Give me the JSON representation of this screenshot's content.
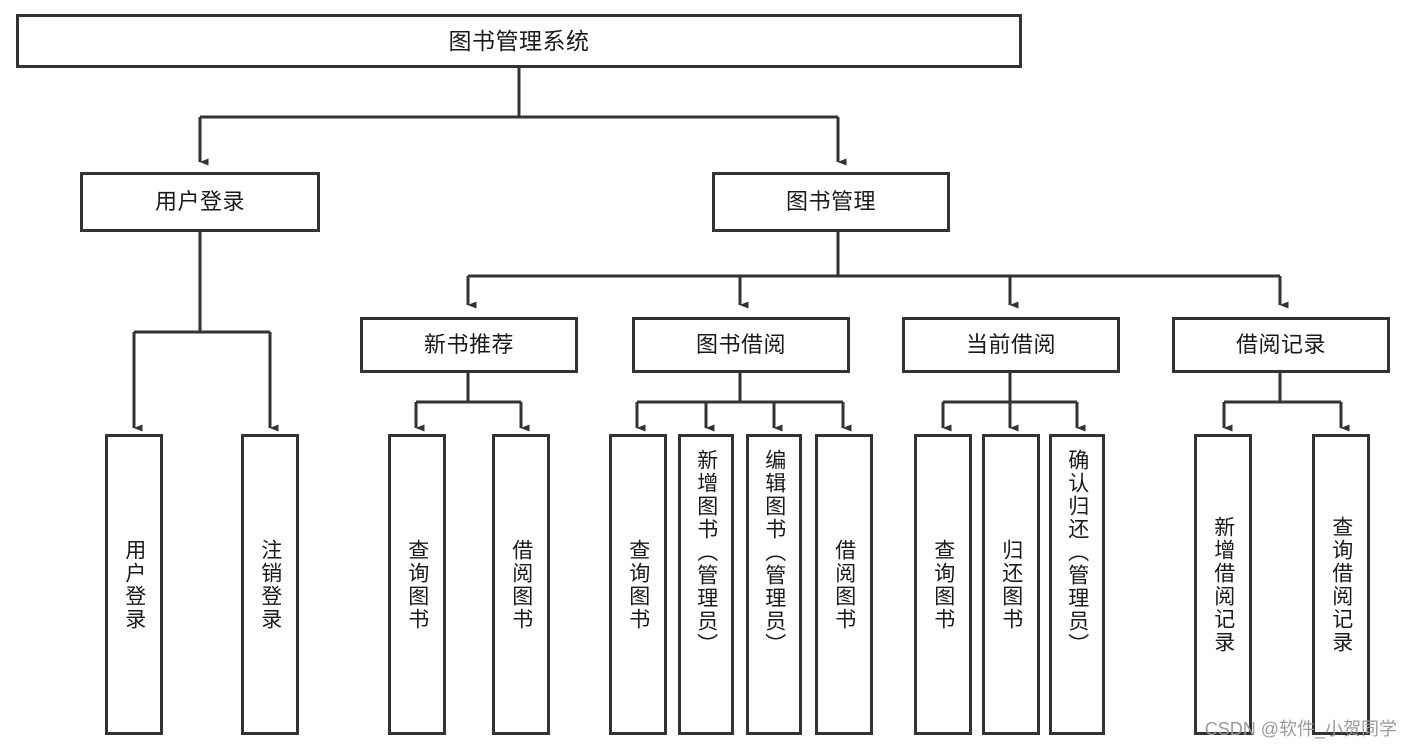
{
  "diagram": {
    "title": "图书管理系统",
    "type": "tree-hierarchy-diagram",
    "root": {
      "label": "图书管理系统"
    },
    "level2": [
      {
        "label": "用户登录"
      },
      {
        "label": "图书管理"
      }
    ],
    "level3": [
      {
        "label": "新书推荐"
      },
      {
        "label": "图书借阅"
      },
      {
        "label": "当前借阅"
      },
      {
        "label": "借阅记录"
      }
    ],
    "leaves": {
      "user_login": [
        {
          "label": "用户登录"
        },
        {
          "label": "注销登录"
        }
      ],
      "new_book": [
        {
          "label": "查询图书"
        },
        {
          "label": "借阅图书"
        }
      ],
      "book_borrow": [
        {
          "label": "查询图书"
        },
        {
          "label": "新增图书（管理员）"
        },
        {
          "label": "编辑图书（管理员）"
        },
        {
          "label": "借阅图书"
        }
      ],
      "current_borrow": [
        {
          "label": "查询图书"
        },
        {
          "label": "归还图书"
        },
        {
          "label": "确认归还（管理员）"
        }
      ],
      "borrow_record": [
        {
          "label": "新增借阅记录"
        },
        {
          "label": "查询借阅记录"
        }
      ]
    }
  },
  "watermark": {
    "text": "CSDN @软件_小贺同学"
  },
  "colors": {
    "stroke": "#333333",
    "background": "#ffffff",
    "text": "#1a1a1a",
    "watermark": "#9a9a9a"
  }
}
